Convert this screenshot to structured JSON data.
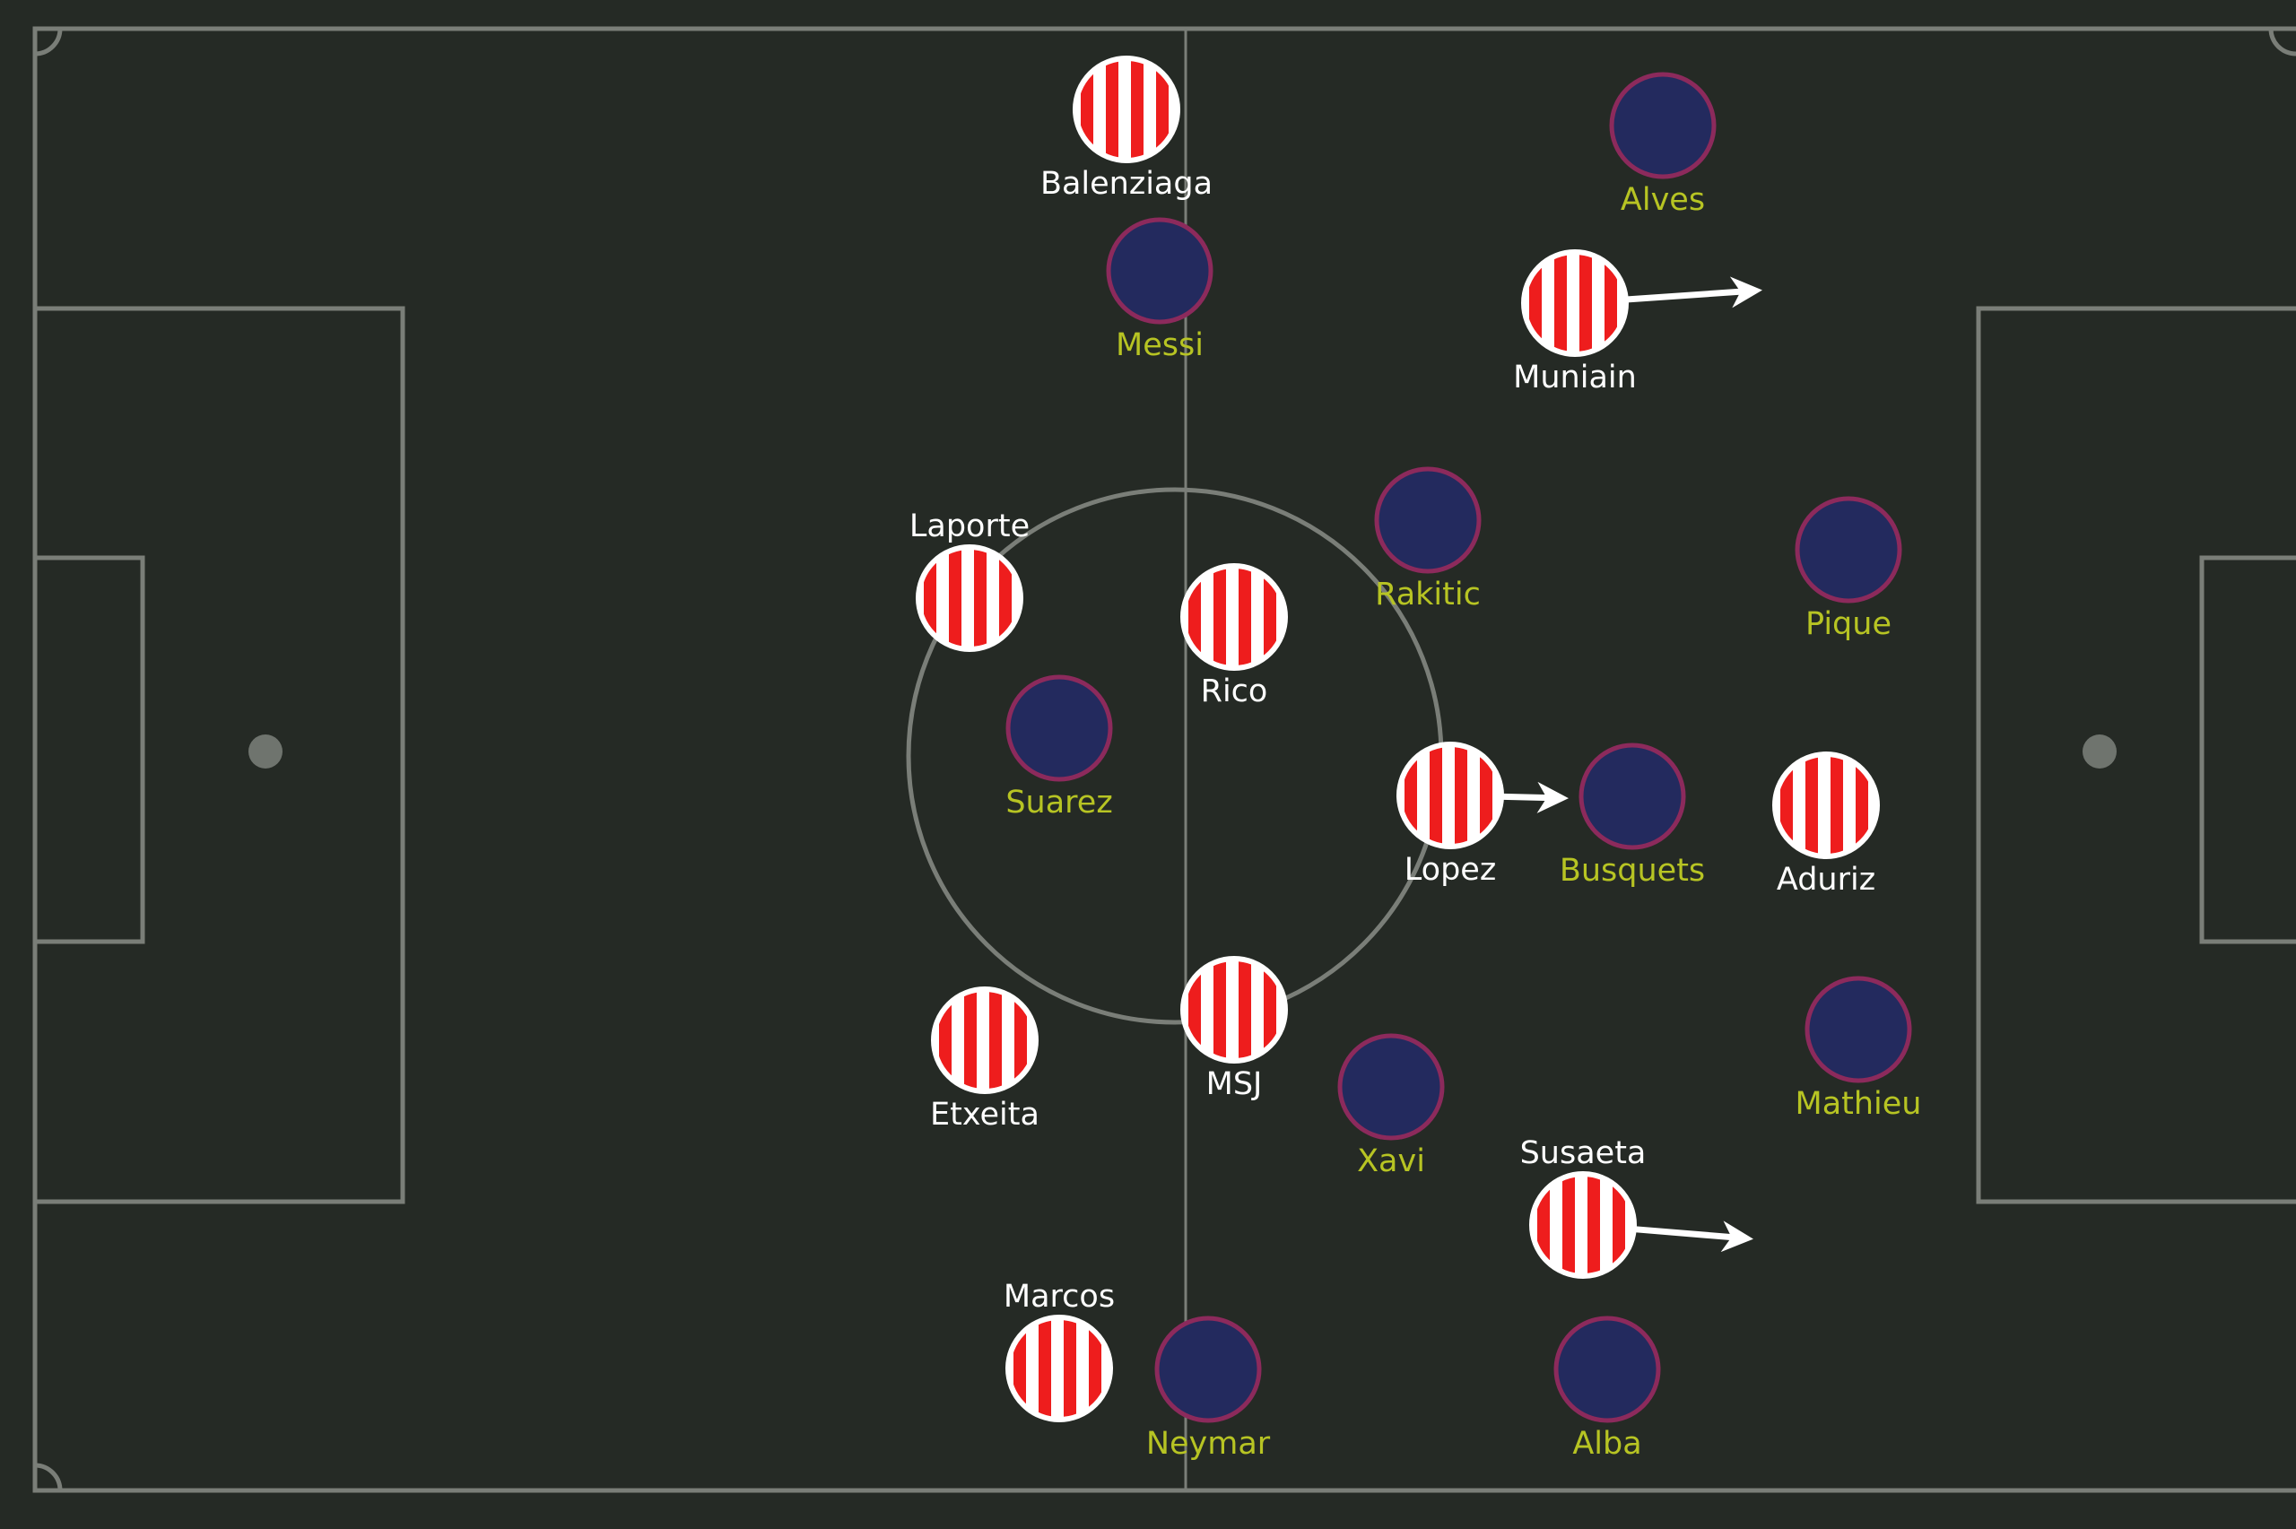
{
  "colors": {
    "background": "#252a25",
    "pitch_lines": "#7a7e78",
    "stripe_red": "#ee1d1d",
    "stripe_white": "#ffffff",
    "navy_fill": "#232a5e",
    "navy_border": "#8c2a5c",
    "label_white": "#ffffff",
    "label_yellow": "#b7c423",
    "arrow": "#ffffff"
  },
  "teams": {
    "striped": {
      "kit": "red-white-striped",
      "label_color_key": "label_white",
      "players": [
        {
          "name": "Balenziaga",
          "label_side": "below",
          "arrow": false
        },
        {
          "name": "Muniain",
          "label_side": "below",
          "arrow": true
        },
        {
          "name": "Laporte",
          "label_side": "above",
          "arrow": false
        },
        {
          "name": "Rico",
          "label_side": "below",
          "arrow": false
        },
        {
          "name": "Lopez",
          "label_side": "below",
          "arrow": true
        },
        {
          "name": "Aduriz",
          "label_side": "below",
          "arrow": false
        },
        {
          "name": "Etxeita",
          "label_side": "below",
          "arrow": false
        },
        {
          "name": "MSJ",
          "label_side": "below",
          "arrow": false
        },
        {
          "name": "Susaeta",
          "label_side": "above",
          "arrow": true
        },
        {
          "name": "Marcos",
          "label_side": "above",
          "arrow": false
        }
      ]
    },
    "navy": {
      "kit": "navy",
      "label_color_key": "label_yellow",
      "players": [
        {
          "name": "Alves",
          "label_side": "below"
        },
        {
          "name": "Messi",
          "label_side": "below"
        },
        {
          "name": "Rakitic",
          "label_side": "below"
        },
        {
          "name": "Pique",
          "label_side": "below"
        },
        {
          "name": "Suarez",
          "label_side": "below"
        },
        {
          "name": "Busquets",
          "label_side": "below"
        },
        {
          "name": "Mathieu",
          "label_side": "below"
        },
        {
          "name": "Xavi",
          "label_side": "below"
        },
        {
          "name": "Neymar",
          "label_side": "below"
        },
        {
          "name": "Alba",
          "label_side": "below"
        }
      ]
    }
  }
}
